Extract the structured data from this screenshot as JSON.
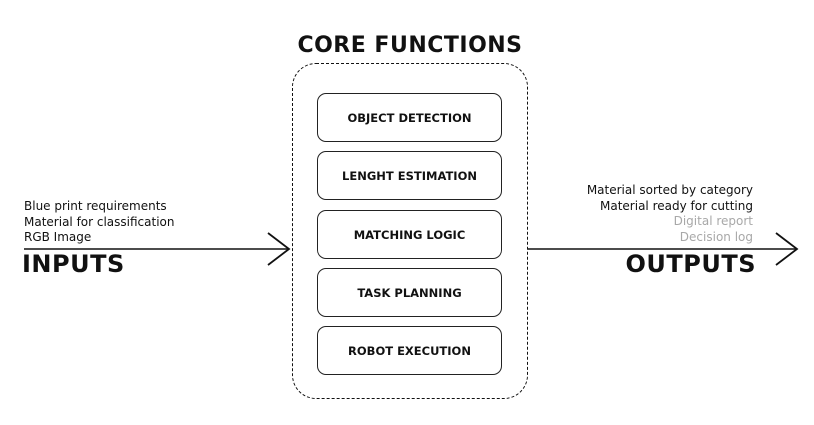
{
  "core": {
    "title": "CORE FUNCTIONS",
    "functions": [
      "OBJECT DETECTION",
      "LENGHT ESTIMATION",
      "MATCHING LOGIC",
      "TASK PLANNING",
      "ROBOT EXECUTION"
    ]
  },
  "inputs": {
    "title": "INPUTS",
    "items": [
      "Blue print requirements",
      "Material for classification",
      "RGB Image"
    ]
  },
  "outputs": {
    "title": "OUTPUTS",
    "items": [
      "Material sorted by category",
      "Material ready for cutting",
      "Digital report",
      "Decision log"
    ]
  },
  "colors": {
    "ink": "#111111",
    "muted_text": "#a8a8a8",
    "background": "#ffffff"
  }
}
